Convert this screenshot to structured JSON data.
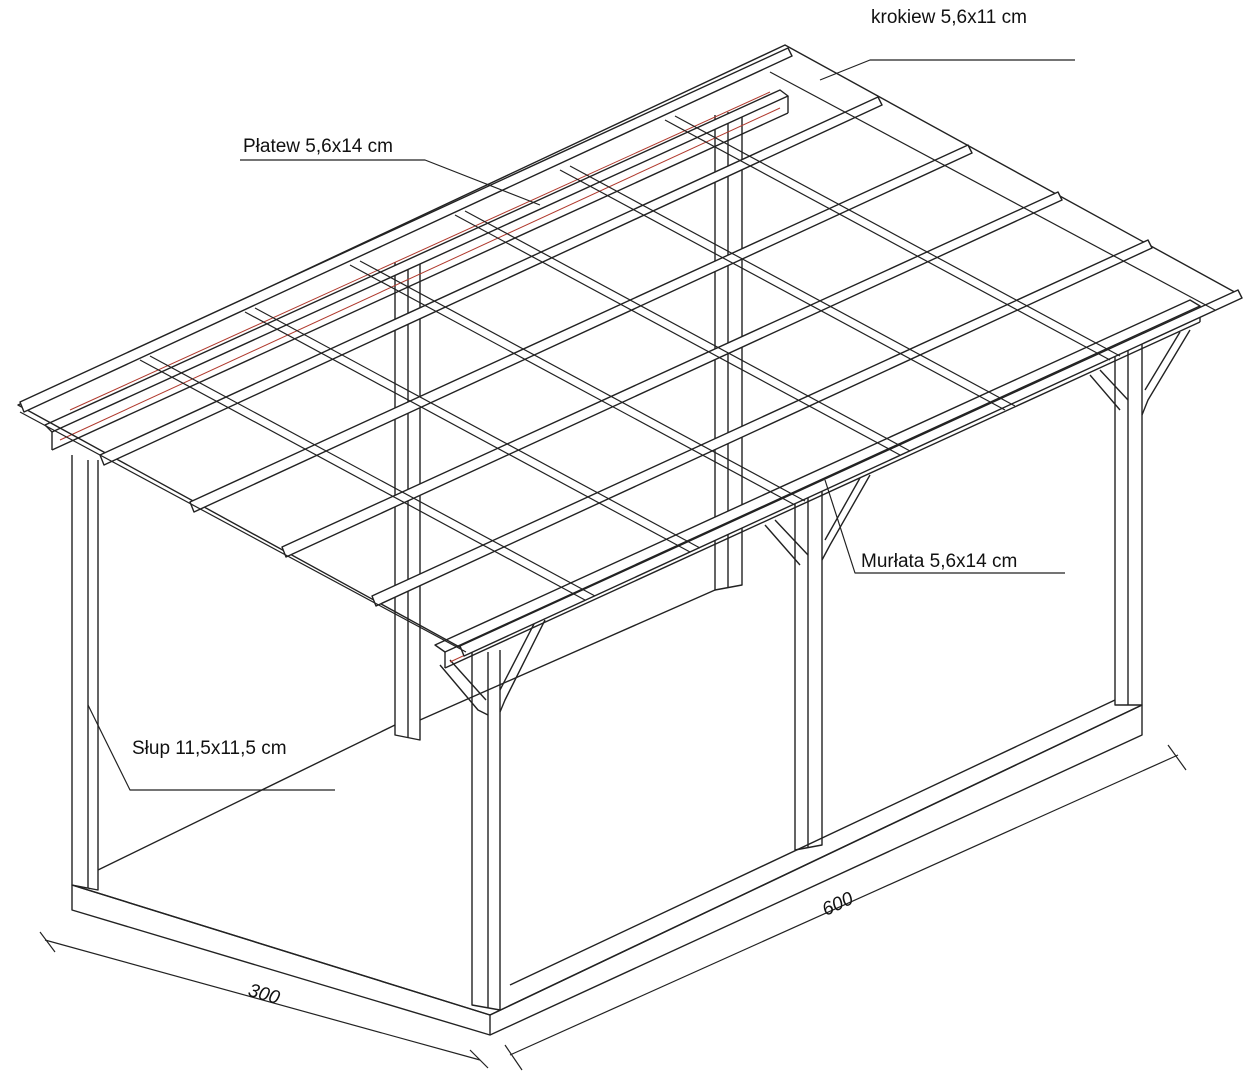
{
  "labels": {
    "rafter": "krokiew 5,6x11 cm",
    "purlin": "Płatew 5,6x14 cm",
    "wall_plate": "Murłata 5,6x14 cm",
    "post": "Słup 11,5x11,5 cm"
  },
  "dimensions": {
    "width": "300",
    "length": "600"
  },
  "colors": {
    "line": "#222222",
    "accent_red": "#b03a2e"
  }
}
